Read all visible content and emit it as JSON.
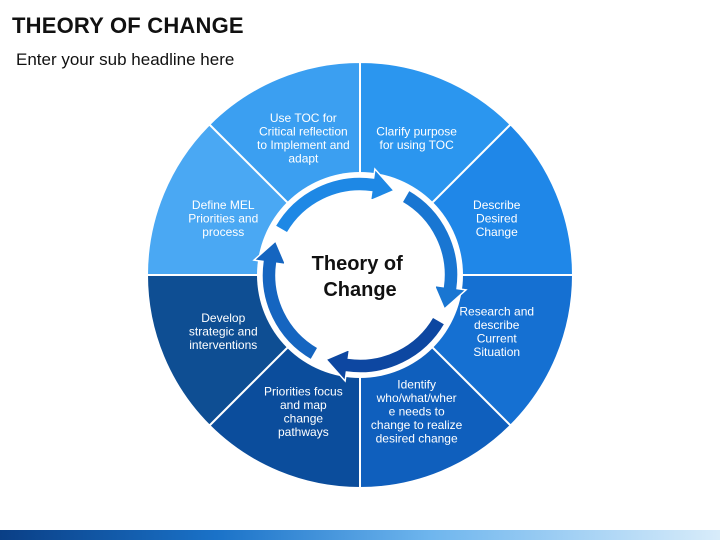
{
  "header": {
    "title": "THEORY OF CHANGE",
    "subtitle": "Enter your sub headline here"
  },
  "diagram": {
    "center_label": "Theory of Change",
    "segments": [
      {
        "lines": [
          "Clarify purpose",
          "for using TOC"
        ],
        "color": "#2b96ef"
      },
      {
        "lines": [
          "Describe",
          "Desired",
          "Change"
        ],
        "color": "#1f87e8"
      },
      {
        "lines": [
          "Research and",
          "describe",
          "Current",
          "Situation"
        ],
        "color": "#1570d2"
      },
      {
        "lines": [
          "Identify",
          "who/what/wher",
          "e needs to",
          "change to realize",
          "desired change"
        ],
        "color": "#0f5fbd"
      },
      {
        "lines": [
          "Priorities focus",
          "and map",
          "change",
          "pathways"
        ],
        "color": "#0b4d9c"
      },
      {
        "lines": [
          "Develop",
          "strategic and",
          "interventions"
        ],
        "color": "#0e4e93"
      },
      {
        "lines": [
          "Define MEL",
          "Priorities and",
          "process"
        ],
        "color": "#4aa8f3"
      },
      {
        "lines": [
          "Use TOC for",
          "Critical reflection",
          "to Implement and",
          "adapt"
        ],
        "color": "#3b9ff1"
      }
    ],
    "cycle_arrows": [
      {
        "name": "cycle-arrow-top",
        "color": "#1e88e5"
      },
      {
        "name": "cycle-arrow-right",
        "color": "#1976d2"
      },
      {
        "name": "cycle-arrow-bottom",
        "color": "#0d47a1"
      },
      {
        "name": "cycle-arrow-left",
        "color": "#1565c0"
      }
    ]
  }
}
